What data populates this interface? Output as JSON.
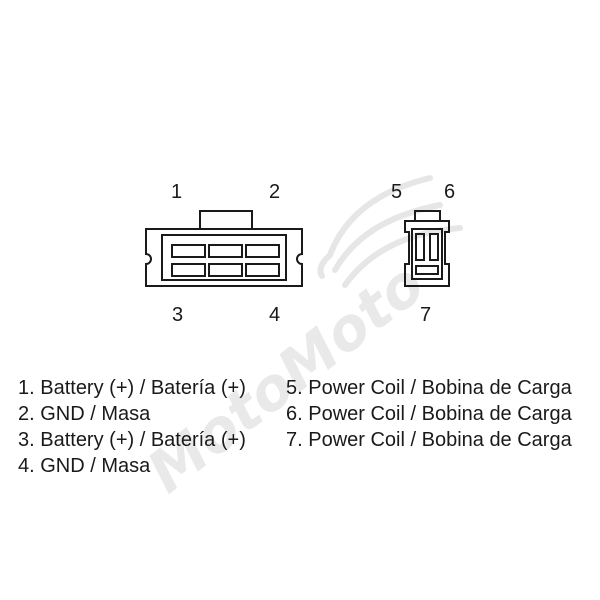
{
  "watermark": {
    "text": "MotoMoto",
    "icon": "eagle-icon",
    "color": "#e9e9e9"
  },
  "connector_a": {
    "pin_labels": [
      "1",
      "2",
      "3",
      "4"
    ]
  },
  "connector_b": {
    "pin_labels": [
      "5",
      "6",
      "7"
    ]
  },
  "legend": {
    "left": [
      "1. Battery (+) / Batería (+)",
      "2. GND / Masa",
      "3. Battery (+) / Batería (+)",
      "4. GND / Masa"
    ],
    "right": [
      "5. Power Coil / Bobina de Carga",
      "6. Power Coil / Bobina de Carga",
      "7. Power Coil / Bobina de Carga"
    ]
  },
  "colors": {
    "line": "#1a1a1a",
    "background": "#ffffff"
  }
}
